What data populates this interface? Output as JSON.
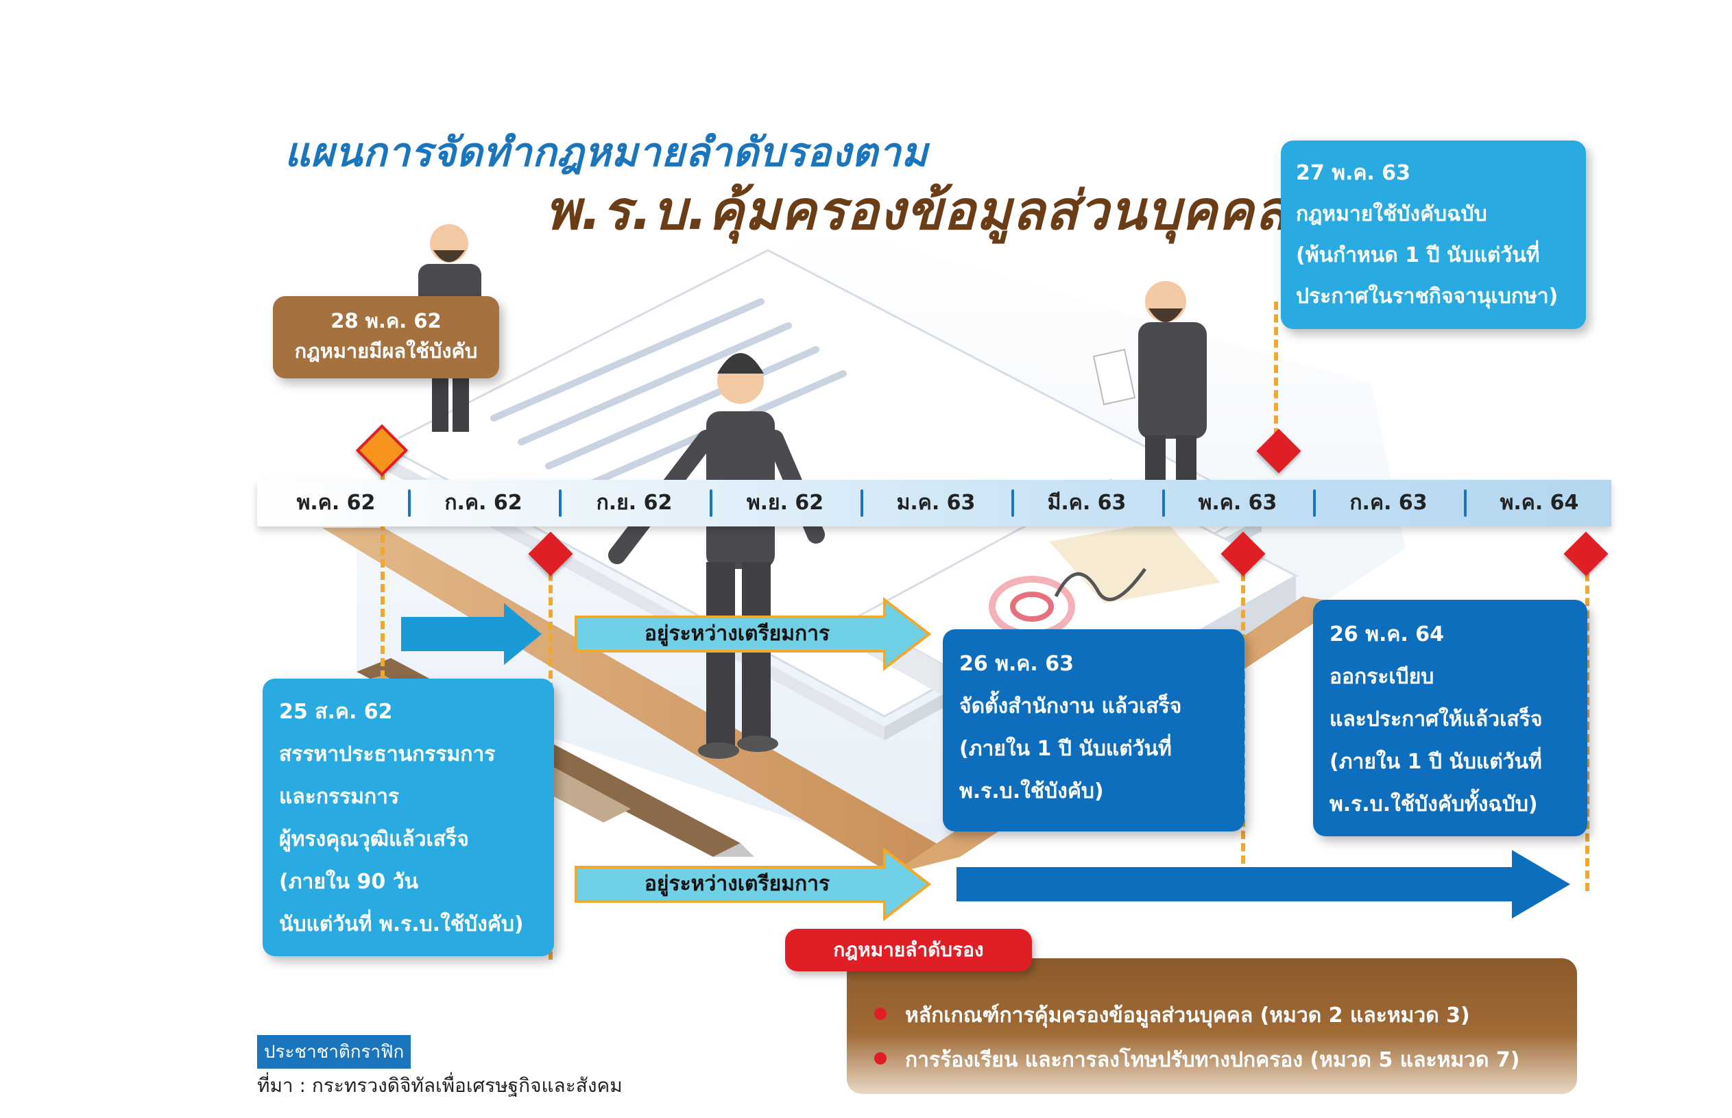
{
  "title_line1": "แผนการจัดทำกฎหมายลำดับรองตาม",
  "title_line2": "พ.ร.บ.คุ้มครองข้อมูลส่วนบุคคล",
  "timeline_months": [
    "พ.ค. 62",
    "ก.ค. 62",
    "ก.ย. 62",
    "พ.ย. 62",
    "ม.ค. 63",
    "มี.ค. 63",
    "พ.ค. 63",
    "ก.ค. 63",
    "พ.ค. 64"
  ],
  "events": {
    "effective": {
      "date": "28 พ.ค. 62",
      "text": "กฎหมายมีผลใช้บังคับ"
    },
    "full_enforce": {
      "date": "27 พ.ค. 63",
      "lines": [
        "กฎหมายใช้บังคับฉบับ",
        "(พ้นกำหนด 1 ปี นับแต่วันที่",
        "ประกาศในราชกิจจานุเบกษา)"
      ]
    },
    "committee": {
      "date": "25 ส.ค. 62",
      "lines": [
        "สรรหาประธานกรรมการ",
        "และกรรมการ",
        "ผู้ทรงคุณวุฒิแล้วเสร็จ",
        "(ภายใน 90 วัน",
        "นับแต่วันที่ พ.ร.บ.ใช้บังคับ)"
      ]
    },
    "office": {
      "date": "26 พ.ค. 63",
      "lines": [
        "จัดตั้งสำนักงาน แล้วเสร็จ",
        "(ภายใน 1 ปี นับแต่วันที่",
        "พ.ร.บ.ใช้บังคับ)"
      ]
    },
    "regulations": {
      "date": "26 พ.ค. 64",
      "lines": [
        "ออกระเบียบ",
        "และประกาศให้แล้วเสร็จ",
        "(ภายใน 1 ปี นับแต่วันที่",
        "พ.ร.บ.ใช้บังคับทั้งฉบับ)"
      ]
    }
  },
  "arrow_label_1": "อยู่ระหว่างเตรียมการ",
  "arrow_label_2": "อยู่ระหว่างเตรียมการ",
  "legend": {
    "heading": "กฎหมายลำดับรอง",
    "items": [
      "หลักเกณฑ์การคุ้มครองข้อมูลส่วนบุคคล (หมวด 2 และหมวด 3)",
      "การร้องเรียน และการลงโทษปรับทางปกครอง (หมวด 5 และหมวด 7)"
    ]
  },
  "credit_tag": "ประชาชาติกราฟิก",
  "source": "ที่มา : กระทรวงดิจิทัลเพื่อเศรษฐกิจและสังคม",
  "colors": {
    "title_blue": "#1b75bc",
    "title_brown": "#6a3d17",
    "box_light": "#29aae1",
    "box_dark": "#0d6ebd",
    "box_brown": "#a4713f",
    "marker_red": "#e01e26",
    "marker_orange": "#f7941d",
    "dash": "#f0a830"
  }
}
